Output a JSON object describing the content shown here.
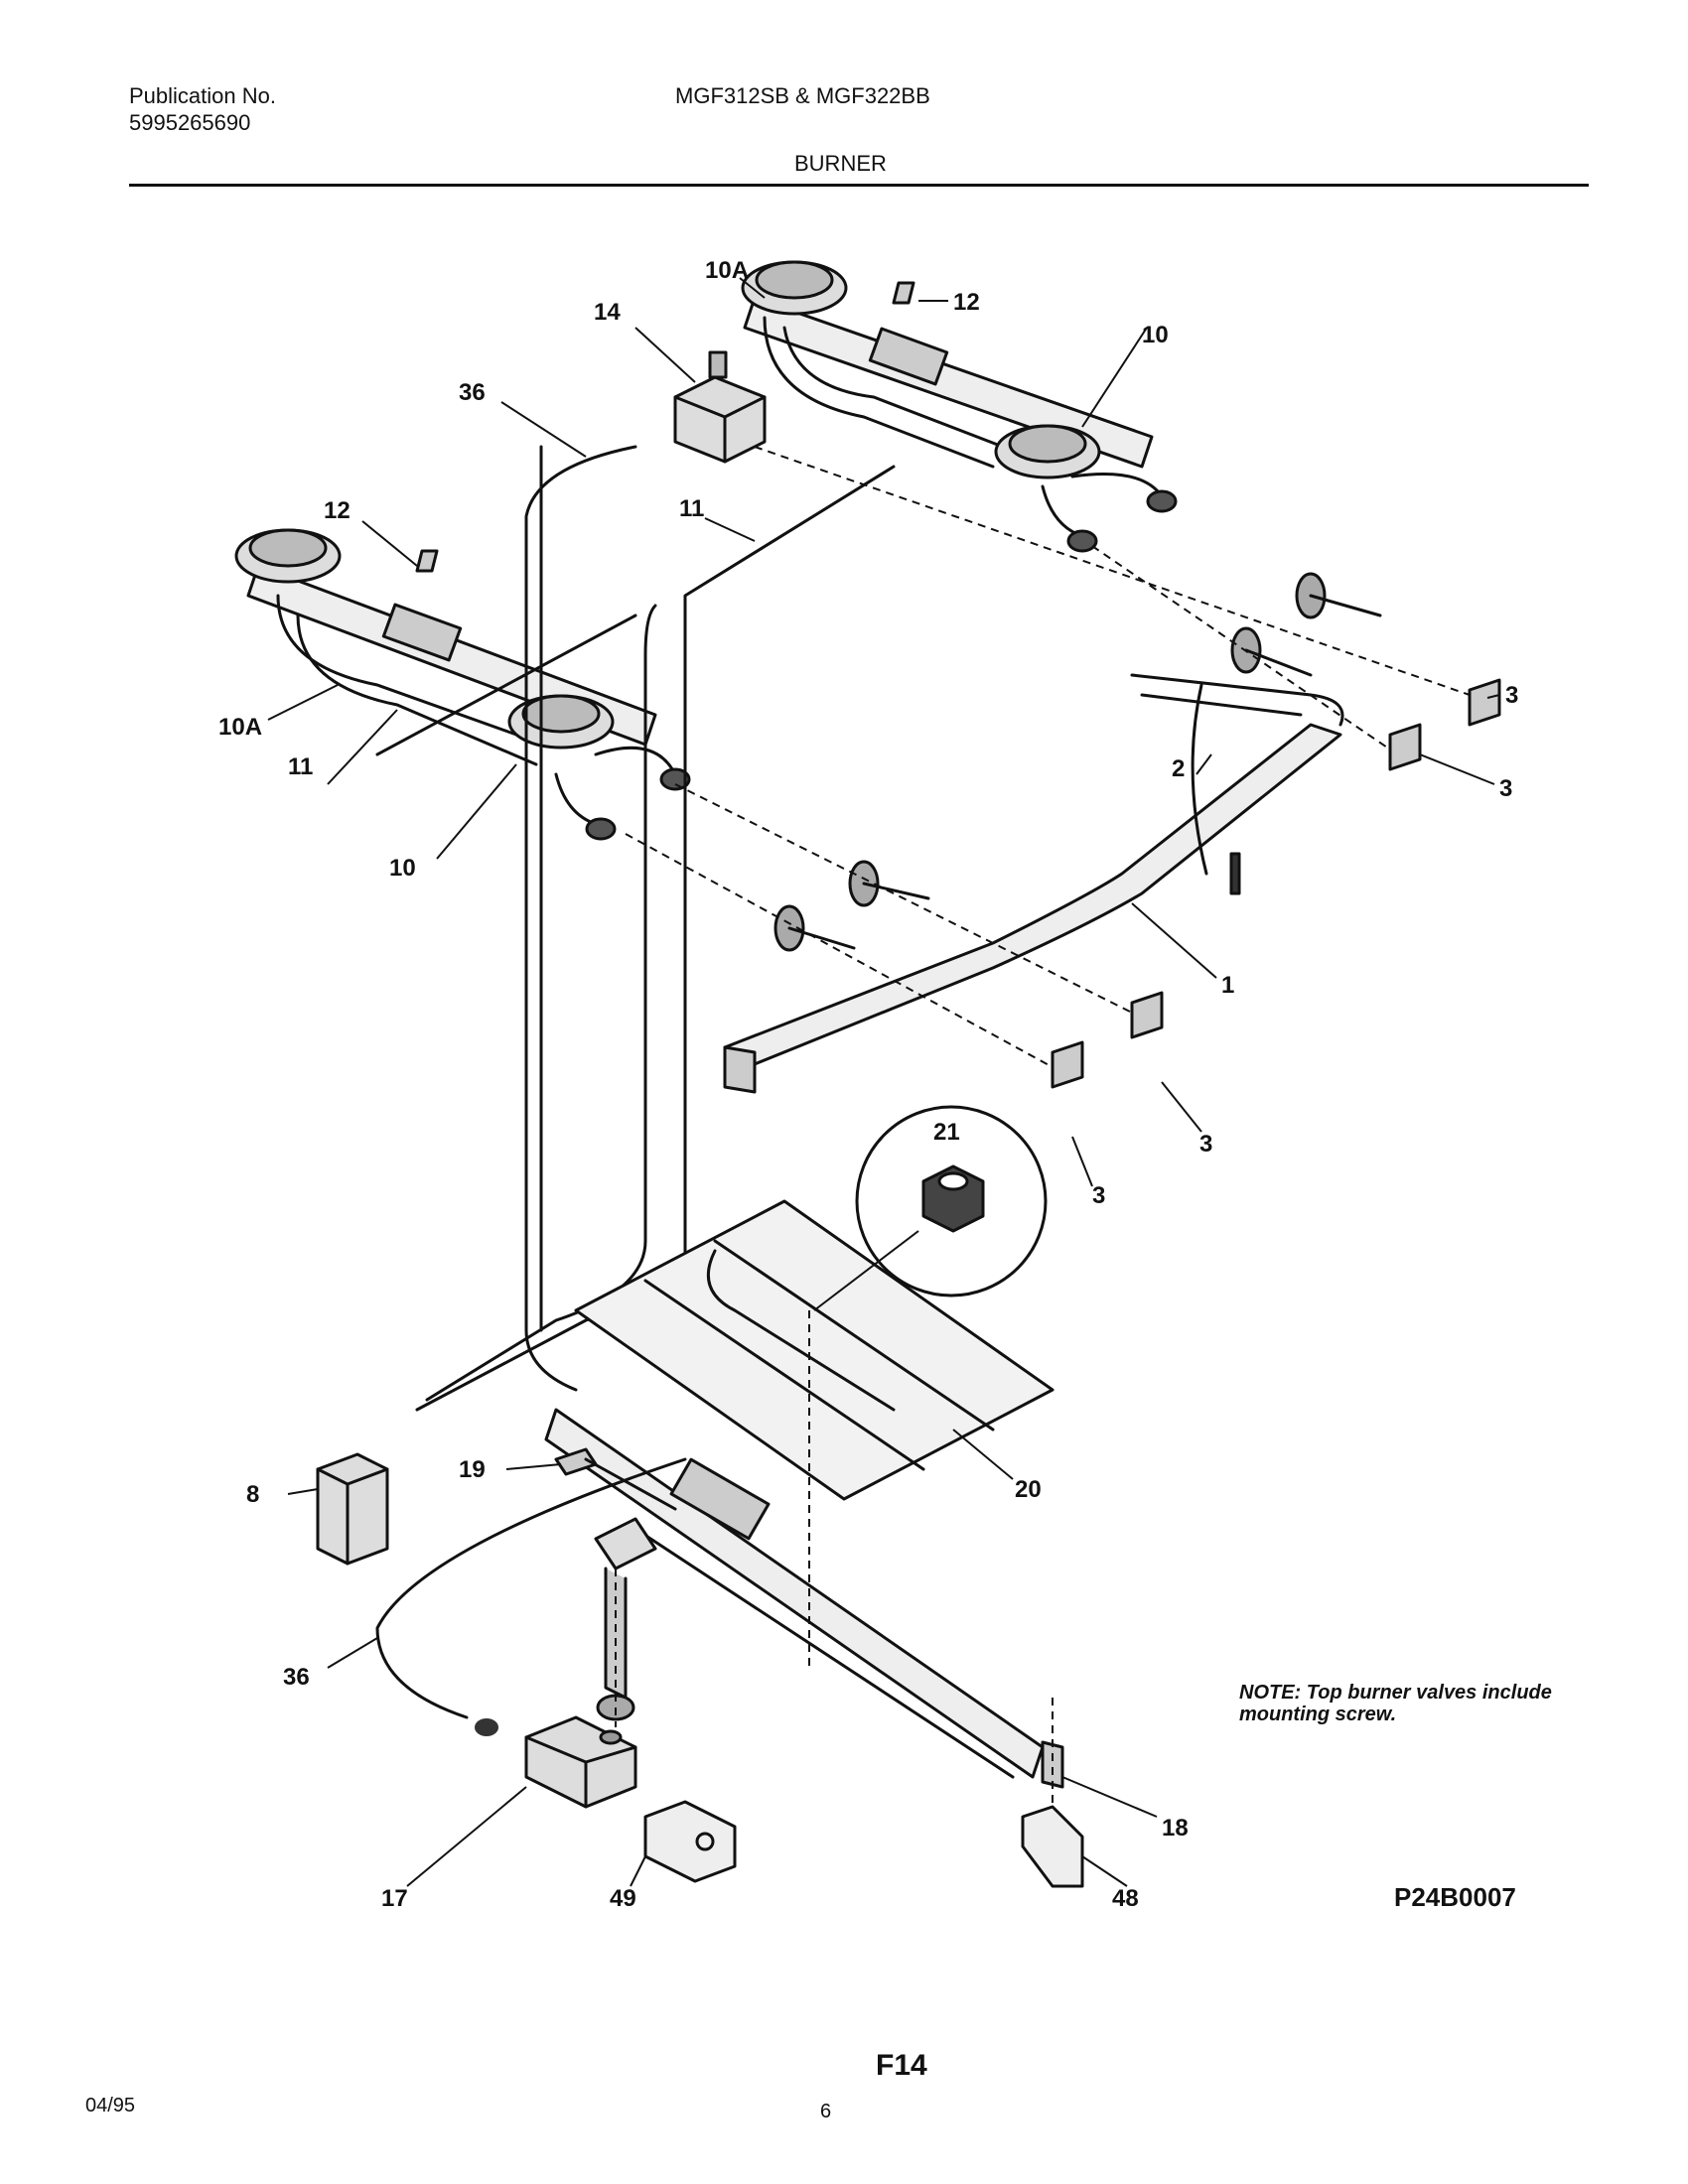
{
  "header": {
    "publication_label": "Publication No.",
    "publication_number": "5995265690",
    "models": "MGF312SB & MGF322BB",
    "section": "BURNER"
  },
  "callouts": {
    "c10a_top": "10A",
    "c14": "14",
    "c12_top": "12",
    "c10_top": "10",
    "c36_top": "36",
    "c11_top": "11",
    "c12_left": "12",
    "c10a_left": "10A",
    "c11_left": "11",
    "c10_left": "10",
    "c3_a": "3",
    "c3_b": "3",
    "c2": "2",
    "c1": "1",
    "c3_c": "3",
    "c3_d": "3",
    "c21": "21",
    "c8": "8",
    "c19": "19",
    "c20": "20",
    "c36_bottom": "36",
    "c18": "18",
    "c17": "17",
    "c49": "49",
    "c48": "48"
  },
  "note": "NOTE: Top burner valves include mounting screw.",
  "figure_code": "P24B0007",
  "figure_id": "F14",
  "footer": {
    "date": "04/95",
    "page": "6"
  }
}
